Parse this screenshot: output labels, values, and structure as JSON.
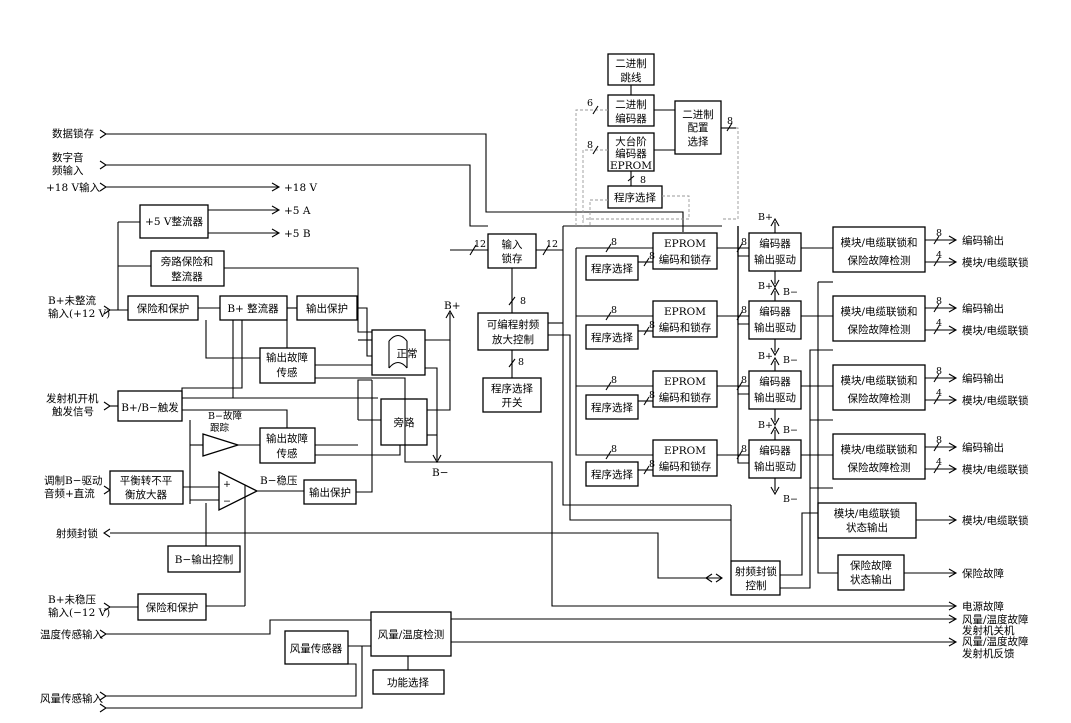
{
  "inputs": {
    "data_latch": "数据锁存",
    "digital_audio_l1": "数字音",
    "digital_audio_l2": "频输入",
    "p18v_in": "+18 V输入",
    "bplus_unreg_l1": "B+未整流",
    "bplus_unreg_l2": "输入(+12 V)",
    "tx_on_l1": "发射机开机",
    "tx_on_l2": "触发信号",
    "mod_drive_l1": "调制B−驱动",
    "mod_drive_l2": "音频+直流",
    "rf_lock": "射频封锁",
    "bminus_unreg_l1": "B+未稳压",
    "bminus_unreg_l2": "输入(−12 V)",
    "temp_in": "温度传感输入",
    "air_in": "风量传感输入"
  },
  "rails": {
    "p18v": "+18 V",
    "p5a": "+5 A",
    "p5b": "+5 B",
    "bplus": "B+",
    "bminus": "B−"
  },
  "blocks": {
    "reg5v": "+5 V整流器",
    "bypass_prot_l1": "旁路保险和",
    "bypass_prot_l2": "整流器",
    "fuse_prot": "保险和保护",
    "bplus_rect": "B+ 整流器",
    "out_prot": "输出保护",
    "out_fault_l1": "输出故障",
    "out_fault_l2": "传感",
    "normal": "正常",
    "bypass": "旁路",
    "trigger": "B+/B−触发",
    "bfault_l1": "B−故障",
    "bfault_l2": "跟踪",
    "out_fault2_l1": "输出故障",
    "out_fault2_l2": "传感",
    "balance_l1": "平衡转不平",
    "balance_l2": "衡放大器",
    "breg": "B−稳压",
    "out_prot2": "输出保护",
    "bout_ctrl": "B−输出控制",
    "fuse_prot2": "保险和保护",
    "input_latch_l1": "输入",
    "input_latch_l2": "锁存",
    "prog_rf_l1": "可编程射频",
    "prog_rf_l2": "放大控制",
    "prog_sel_sw_l1": "程序选择",
    "prog_sel_sw_l2": "开关",
    "bin_jump_l1": "二进制",
    "bin_jump_l2": "跳线",
    "bin_enc_l1": "二进制",
    "bin_enc_l2": "编码器",
    "big_step_l1": "大台阶",
    "big_step_l2": "编码器",
    "big_step_l3": "EPROM",
    "bin_cfg_l1": "二进制",
    "bin_cfg_l2": "配置",
    "bin_cfg_l3": "选择",
    "prog_sel": "程序选择",
    "eprom": "EPROM",
    "enc_latch": "编码和锁存",
    "enc_drv_l1": "编码器",
    "enc_drv_l2": "输出驱动",
    "mod_interlock_l1": "模块/电缆联锁和",
    "mod_interlock_l2": "保险故障检测",
    "mod_status_l1": "模块/电缆联锁",
    "mod_status_l2": "状态输出",
    "rf_lock_ctrl_l1": "射频封锁",
    "rf_lock_ctrl_l2": "控制",
    "fuse_status_l1": "保险故障",
    "fuse_status_l2": "状态输出",
    "air_sensor": "风量传感器",
    "air_temp": "风量/温度检测",
    "func_sel": "功能选择",
    "plus": "+",
    "minus": "−"
  },
  "bus_widths": {
    "w6": "6",
    "w8": "8",
    "w12": "12",
    "w4": "4"
  },
  "outputs": {
    "enc_out": "编码输出",
    "mod_cable": "模块/电缆联锁",
    "fuse_fault": "保险故障",
    "power_fault": "电源故障",
    "air_temp_fault": "风量/温度故障",
    "tx_off": "发射机关机",
    "air_temp_fault2": "风量/温度故障",
    "tx_feedback": "发射机反馈"
  }
}
